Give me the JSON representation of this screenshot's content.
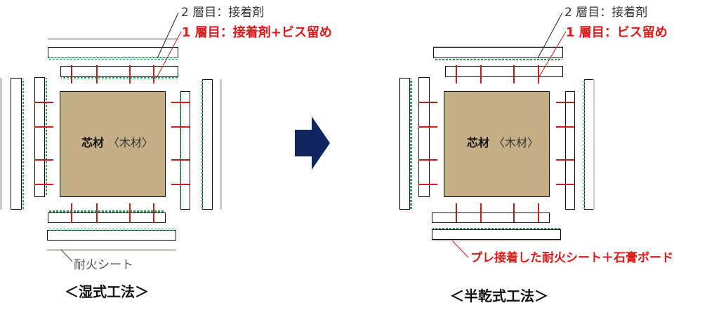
{
  "colors": {
    "core_fill": "#c4ae86",
    "board_stroke": "#111111",
    "screw_red": "#d81c1c",
    "screw_dark_red": "#b02020",
    "adhesive_green": "#2e9a5a",
    "fire_sheet_gray": "#cfcbc4",
    "arrow_navy": "#0e2660",
    "label_red": "#e01818"
  },
  "left_diagram": {
    "title": "＜湿式工法＞",
    "core_label": "芯材",
    "core_sub_label": "〈木材〉",
    "label_layer2": "2 層目：接着剤",
    "label_layer1": "1 層目：接着剤+ビス留め",
    "label_fire_sheet": "耐火シート"
  },
  "right_diagram": {
    "title": "＜半乾式工法＞",
    "core_label": "芯材",
    "core_sub_label": "〈木材〉",
    "label_layer2": "2 層目：接着剤",
    "label_layer1": "1 層目：ビス留め",
    "label_preglued": "プレ接着した耐火シート＋石膏ボード"
  },
  "arrow": {
    "icon": "right-arrow-icon",
    "direction": "right"
  }
}
